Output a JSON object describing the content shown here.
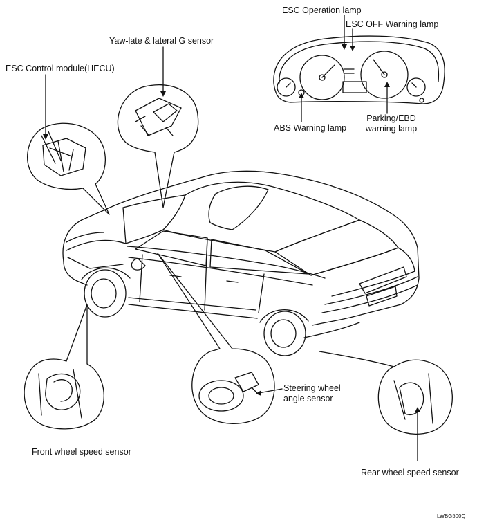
{
  "diagram": {
    "labels": {
      "esc_operation_lamp": "ESC Operation lamp",
      "esc_off_warning_lamp": "ESC OFF Warning lamp",
      "yaw_lateral_g_sensor": "Yaw-late & lateral G sensor",
      "esc_control_module": "ESC Control module(HECU)",
      "abs_warning_lamp": "ABS Warning lamp",
      "parking_ebd_lamp_line1": "Parking/EBD",
      "parking_ebd_lamp_line2": "warning lamp",
      "steering_angle_sensor_line1": "Steering wheel",
      "steering_angle_sensor_line2": "angle sensor",
      "front_wheel_speed_sensor": "Front wheel speed sensor",
      "rear_wheel_speed_sensor": "Rear wheel speed sensor",
      "figure_code": "LWBG500Q"
    },
    "colors": {
      "line": "#111111",
      "background": "#ffffff"
    }
  }
}
